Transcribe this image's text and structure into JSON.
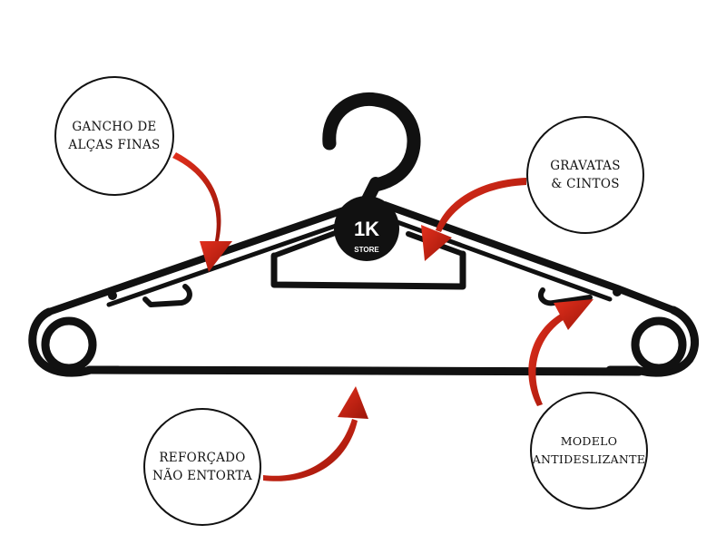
{
  "callouts": [
    {
      "id": "hook-thin-straps",
      "lines": [
        "GANCHO DE",
        "ALÇAS FINAS"
      ]
    },
    {
      "id": "ties-belts",
      "lines": [
        "GRAVATAS",
        "& CINTOS"
      ]
    },
    {
      "id": "reinforced",
      "lines": [
        "REFORÇADO",
        "NÃO ENTORTA"
      ]
    },
    {
      "id": "anti-slip",
      "lines": [
        "MODELO",
        "ANTIDESLIZANTE"
      ]
    }
  ],
  "logo": {
    "main": "1K",
    "sub": "STORE"
  },
  "colors": {
    "hanger": "#111111",
    "arrow": "#d42415",
    "arrow_dark": "#7a1008",
    "outline": "#111111"
  }
}
